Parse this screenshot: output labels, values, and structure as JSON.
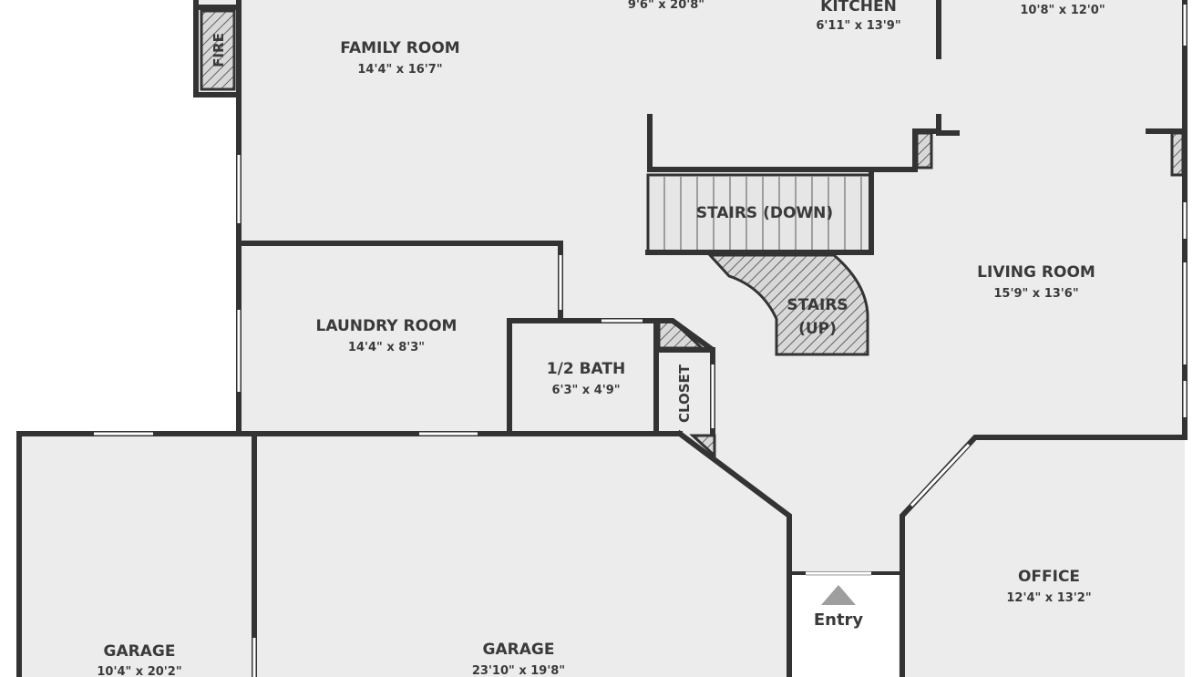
{
  "rooms": {
    "dining": {
      "dim": "9'6\" x 20'8\""
    },
    "kitchen": {
      "name": "KITCHEN",
      "dim": "6'11\" x 13'9\""
    },
    "nook": {
      "dim": "10'8\" x 12'0\""
    },
    "family_room": {
      "name": "FAMILY ROOM",
      "dim": "14'4\" x 16'7\""
    },
    "fireplace": {
      "name": "FIRE"
    },
    "stairs_down": {
      "name": "STAIRS (DOWN)"
    },
    "stairs_up": {
      "name_line1": "STAIRS",
      "name_line2": "(UP)"
    },
    "living_room": {
      "name": "LIVING ROOM",
      "dim": "15'9\" x 13'6\""
    },
    "laundry_room": {
      "name": "LAUNDRY ROOM",
      "dim": "14'4\" x 8'3\""
    },
    "half_bath": {
      "name": "1/2 BATH",
      "dim": "6'3\" x 4'9\""
    },
    "closet": {
      "name": "CLOSET"
    },
    "office": {
      "name": "OFFICE",
      "dim": "12'4\" x 13'2\""
    },
    "entry": {
      "name": "Entry"
    },
    "garage_left": {
      "name": "GARAGE",
      "dim": "10'4\" x 20'2\""
    },
    "garage_right": {
      "name": "GARAGE",
      "dim": "23'10\" x 19'8\""
    }
  },
  "colors": {
    "floor": "#ececec",
    "wall": "#333333",
    "text": "#3a3a3a",
    "entry_arrow": "#9e9e9e"
  }
}
